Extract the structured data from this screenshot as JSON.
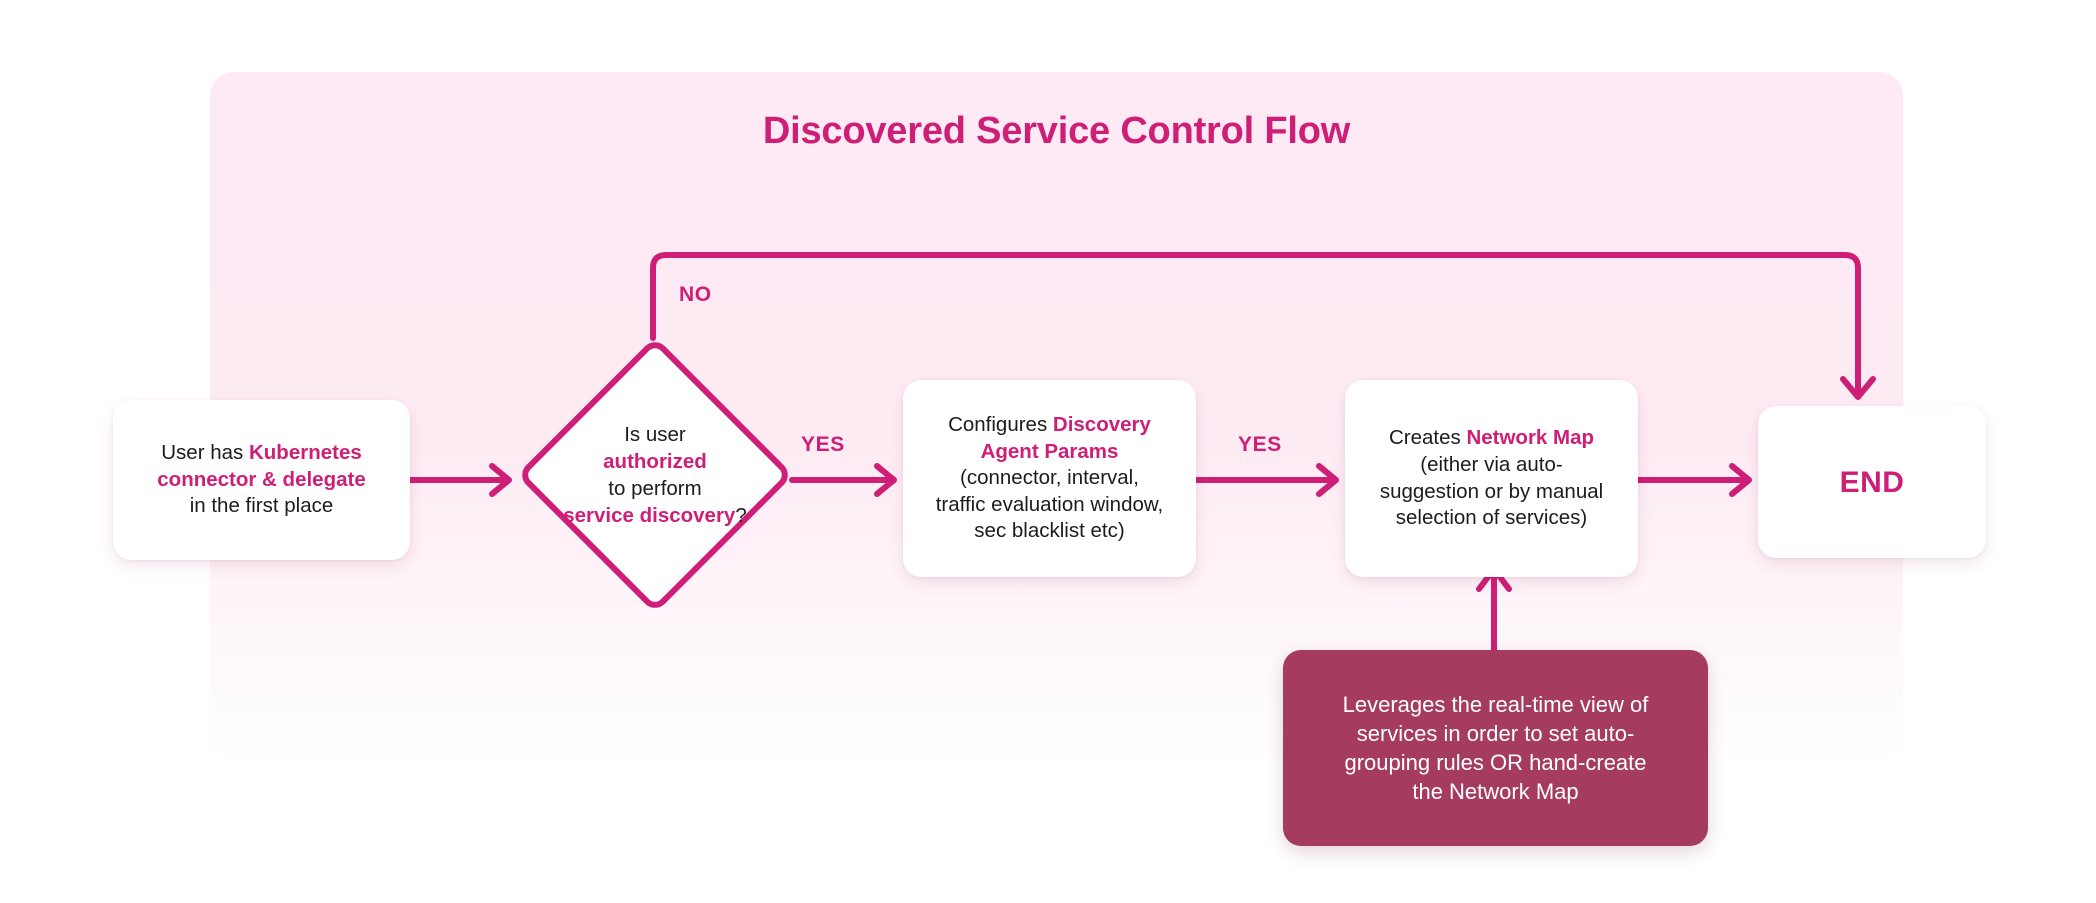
{
  "diagram": {
    "title": "Discovered Service Control Flow",
    "accent_color": "#cf1e76",
    "panel_color": "#fdebf4",
    "note_color": "#a53c60",
    "text_color": "#1c1c1c"
  },
  "nodes": {
    "start": {
      "shape": "rounded-rect",
      "line1_plain": "User has ",
      "line1_highlight": "Kubernetes",
      "line2_highlight": "connector & delegate",
      "line3_plain": "in the first place"
    },
    "decision": {
      "shape": "diamond",
      "line1_plain": "Is user",
      "line2_highlight": "authorized",
      "line3_plain": "to perform",
      "line4_highlight": "service discovery",
      "line4_suffix": "?"
    },
    "configure": {
      "shape": "rounded-rect",
      "line1_plain": "Configures ",
      "line1_highlight": "Discovery",
      "line2_highlight": "Agent Params",
      "line3_plain": "(connector, interval,",
      "line4_plain": "traffic evaluation window,",
      "line5_plain": "sec blacklist etc)"
    },
    "networkmap": {
      "shape": "rounded-rect",
      "line1_plain": "Creates ",
      "line1_highlight": "Network Map",
      "line2_plain": "(either via auto-",
      "line3_plain": "suggestion or by manual",
      "line4_plain": "selection of services)"
    },
    "end": {
      "shape": "rounded-rect",
      "label": "END"
    },
    "note": {
      "shape": "rounded-rect-filled",
      "line1": "Leverages the real-time view of",
      "line2": "services in order to set auto-",
      "line3": "grouping rules OR hand-create",
      "line4": "the Network Map"
    }
  },
  "edges": {
    "no_label": "NO",
    "yes_label_1": "YES",
    "yes_label_2": "YES"
  }
}
